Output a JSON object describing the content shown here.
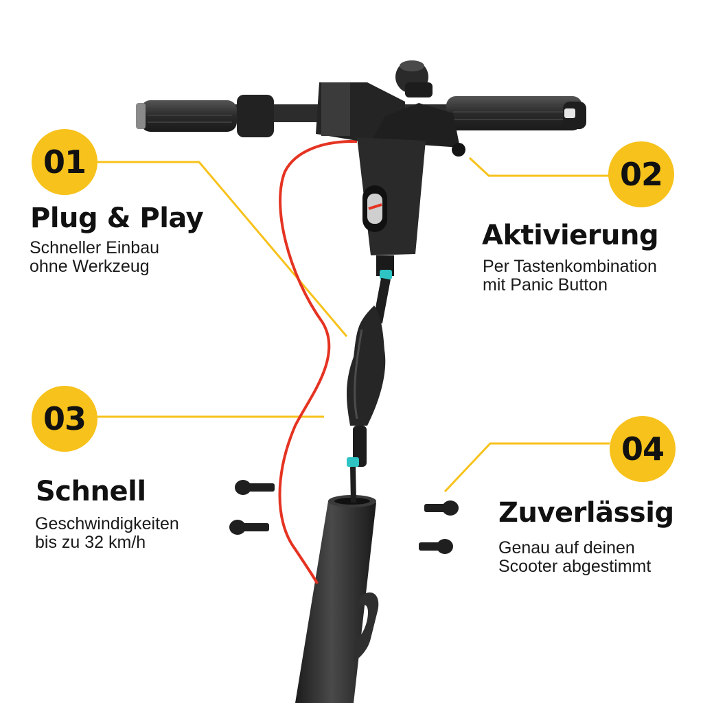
{
  "features": [
    {
      "number": "01",
      "title": "Plug & Play",
      "lines": [
        "Schneller Einbau",
        "ohne Werkzeug"
      ]
    },
    {
      "number": "02",
      "title": "Aktivierung",
      "lines": [
        "Per Tastenkombination",
        "mit Panic Button"
      ]
    },
    {
      "number": "03",
      "title": "Schnell",
      "lines": [
        "Geschwindigkeiten",
        "bis zu 32 km/h"
      ]
    },
    {
      "number": "04",
      "title": "Zuverlässig",
      "lines": [
        "Genau auf deinen",
        "Scooter abgestimmt"
      ]
    }
  ],
  "colors": {
    "accent": "#F7C21B",
    "text": "#111111",
    "cable_red": "#E53322",
    "cable_teal": "#2EC4C4",
    "product_dark": "#2b2b2b"
  }
}
